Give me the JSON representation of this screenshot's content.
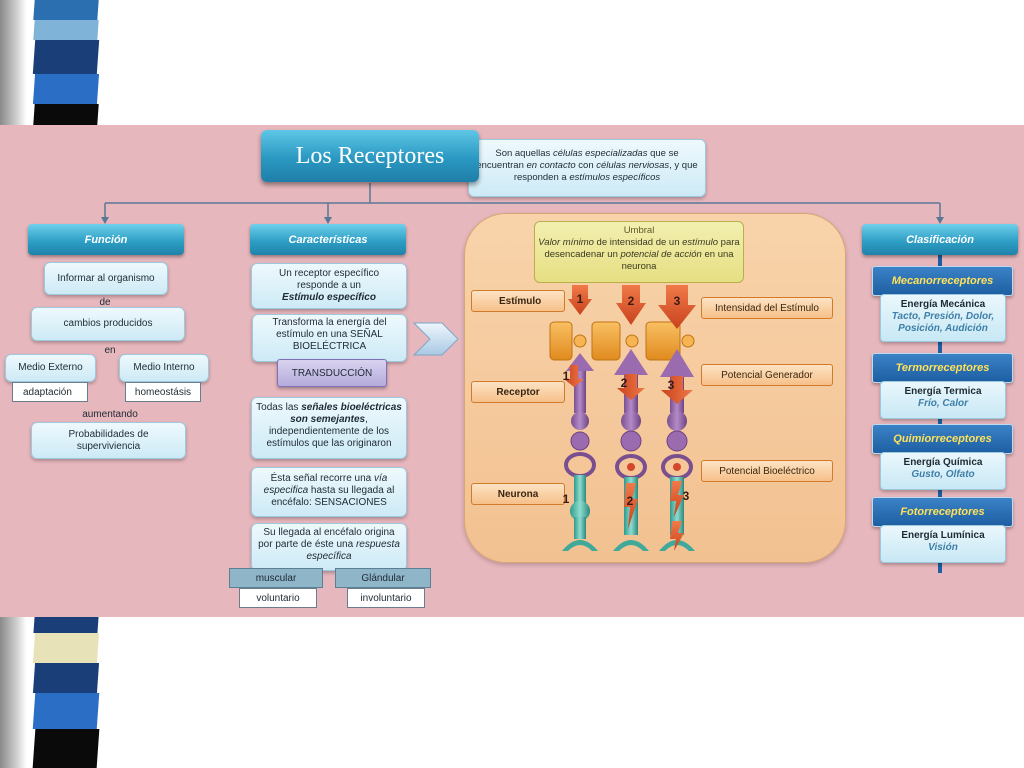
{
  "colors": {
    "panel": "#e6b7bd",
    "header_blue": "#2e9fc6",
    "box_light": "#cdeaf6",
    "receptor_panel": "#f6caa0",
    "orange": "#f0a040",
    "purple": "#9b6bb0",
    "teal": "#4fb7a8",
    "red_arrow": "#e25a2a",
    "class_head": "#1d5fa2",
    "class_head_text": "#ffe15a"
  },
  "title": "Los Receptores",
  "definition": {
    "p1": "Son aquellas ",
    "i1": "células especializadas",
    "p2": " que se encuentran ",
    "i2": "en contacto",
    "p3": " con ",
    "i3": "células nerviosas",
    "p4": ", y que responden a ",
    "i4": "estímulos específicos"
  },
  "funcion": {
    "header": "Función",
    "box1": "Informar al organismo",
    "de": "de",
    "box2": "cambios producidos",
    "en": "en",
    "medio_externo": "Medio Externo",
    "medio_interno": "Medio Interno",
    "adaptacion": "adaptación",
    "homeostasis": "homeostásis",
    "aumentando": "aumentando",
    "box3": "Probabilidades de superviviencia"
  },
  "caracteristicas": {
    "header": "Características",
    "box1_a": "Un receptor específico responde  a un",
    "box1_b": "Estímulo específico",
    "box2": "Transforma  la energía del estímulo en una SEÑAL BIOELÉCTRICA",
    "transduccion": "TRANSDUCCIÓN",
    "box3_a": "Todas las ",
    "box3_b": "señales bioeléctricas son semejantes",
    "box3_c": ", independientemente de los estímulos que las originaron",
    "box4_a": "Ésta señal recorre una ",
    "box4_b": "vía especifica",
    "box4_c": " hasta su llegada al encéfalo: SENSACIONES",
    "box5_a": "Su llegada al encéfalo origina por parte de éste una ",
    "box5_b": "respuesta específica",
    "muscular": "muscular",
    "glandular": "Glándular",
    "voluntario": "voluntario",
    "involuntario": "involuntario"
  },
  "receptor_diagram": {
    "umbral_title": "Umbral",
    "umbral_i1": "Valor mínimo",
    "umbral_p1": " de intensidad de un ",
    "umbral_i2": "estímulo",
    "umbral_p2": " para desencadenar un ",
    "umbral_i3": "potencial de acción",
    "umbral_p3": " en una neurona",
    "estimulo": "Estímulo",
    "receptor": "Receptor",
    "neurona": "Neurona",
    "intensidad": "Intensidad del Estímulo",
    "potencial_generador": "Potencial Generador",
    "potencial_bioelectrico": "Potencial Bioeléctrico",
    "n1": "1",
    "n2": "2",
    "n3": "3"
  },
  "clasificacion": {
    "header": "Clasificación",
    "items": [
      {
        "name": "Mecanorreceptores",
        "energy": "Energía Mecánica",
        "examples": "Tacto, Presión, Dolor, Posición, Audición"
      },
      {
        "name": "Termorreceptores",
        "energy": "Energía Termica",
        "examples": "Frío, Calor"
      },
      {
        "name": "Quimiorreceptores",
        "energy": "Energía Química",
        "examples": "Gusto, Olfato"
      },
      {
        "name": "Fotorreceptores",
        "energy": "Energía Lumínica",
        "examples": "Visión"
      }
    ]
  }
}
